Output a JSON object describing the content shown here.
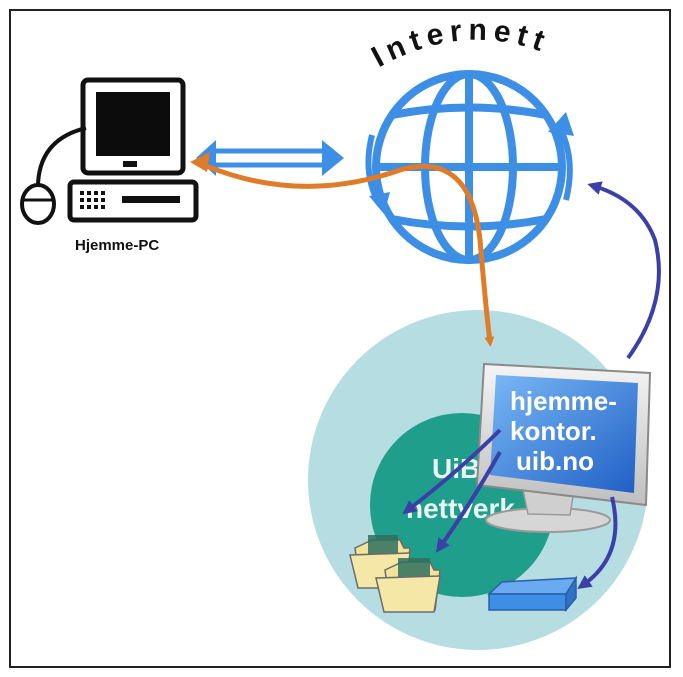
{
  "diagram": {
    "internet_label": "Internett",
    "home_pc_label": "Hjemme-PC",
    "server_screen_lines": [
      "hjemme-",
      "kontor.",
      "uib.no"
    ],
    "network_label_lines": [
      "UiB",
      "nettverk"
    ],
    "colors": {
      "globe": "#3d8fe6",
      "orange_arrow": "#e07b2a",
      "navy_arrow": "#3b3fa8",
      "outer_circle": "#b6dde2",
      "inner_circle": "#1e9e8b",
      "folder": "#f2e29a",
      "device": "#3d8fe6"
    }
  }
}
